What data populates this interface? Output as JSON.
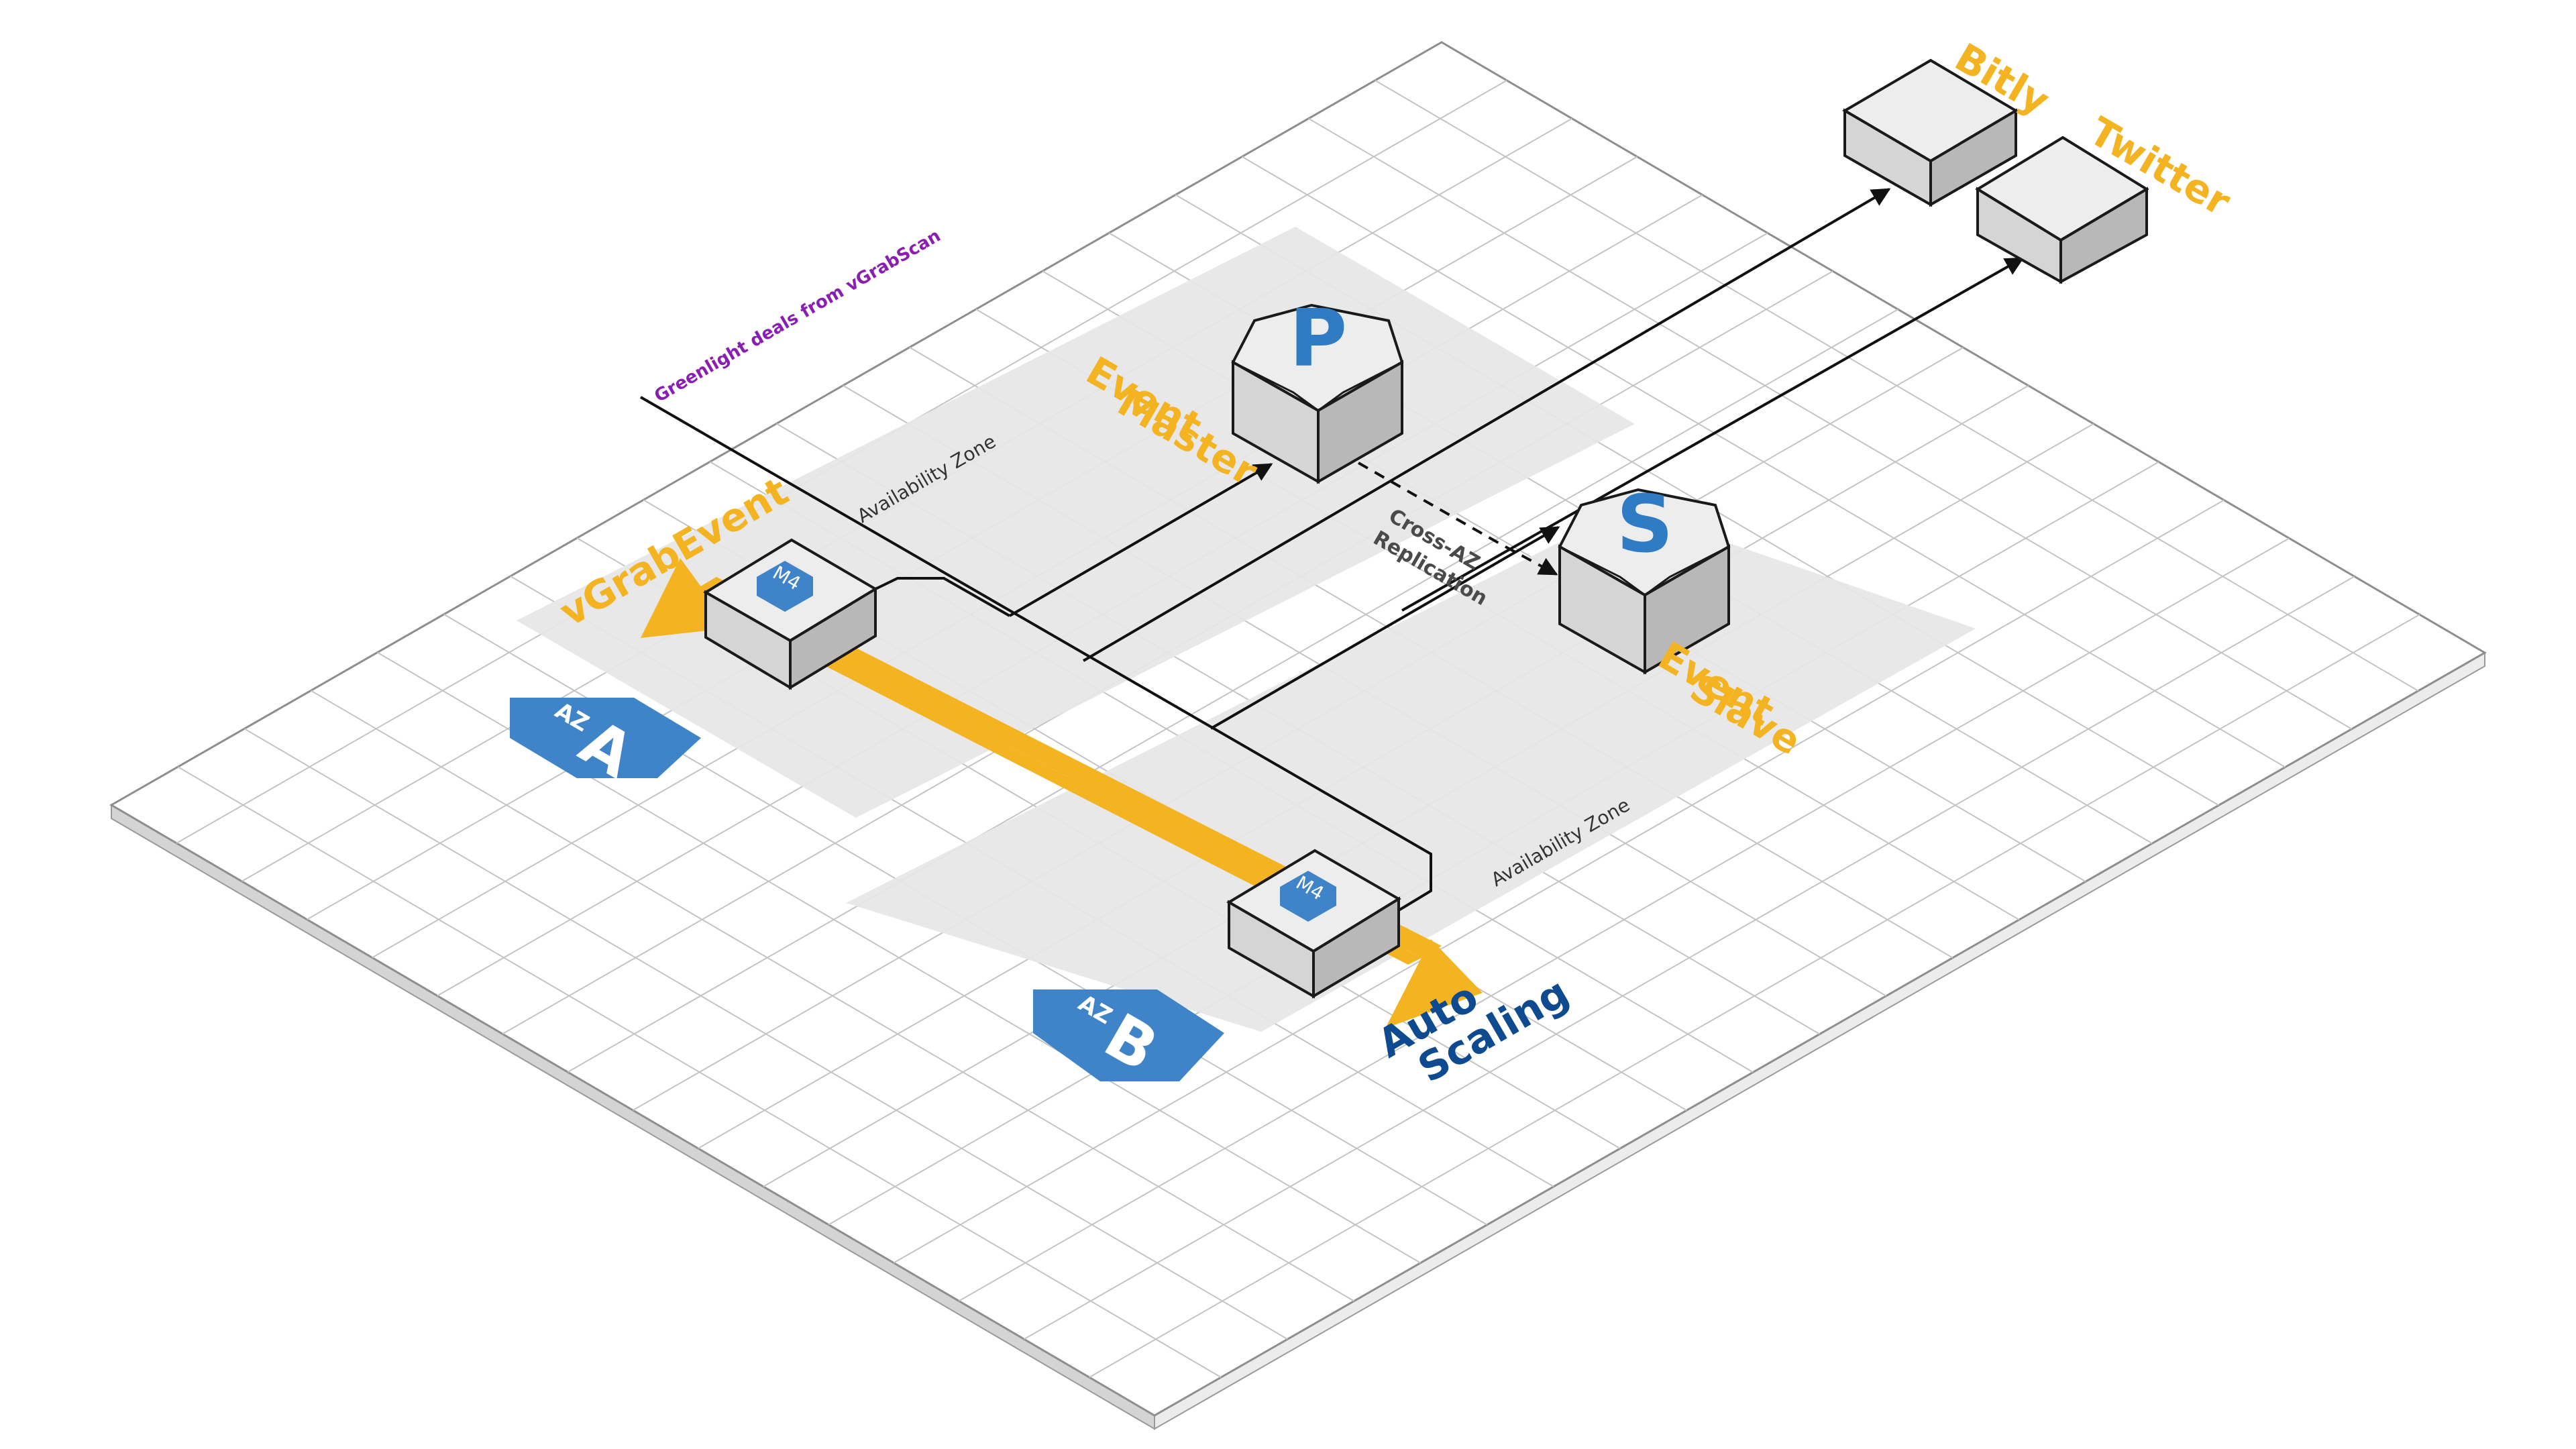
{
  "diagram": {
    "title_label": "vGrabEvent",
    "group_label": "Auto Scaling",
    "group_label_lines": [
      "Auto",
      "Scaling"
    ],
    "ingress_label": "Greenlight deals from vGrabScan",
    "zones": [
      {
        "name": "Availability Zone",
        "badge_prefix": "AZ",
        "badge_letter": "A"
      },
      {
        "name": "Availability Zone",
        "badge_prefix": "AZ",
        "badge_letter": "B"
      }
    ],
    "instances": [
      {
        "label": "M4",
        "zone": "A"
      },
      {
        "label": "M4",
        "zone": "B"
      }
    ],
    "databases": [
      {
        "letter": "P",
        "name_lines": [
          "Event",
          "Master"
        ]
      },
      {
        "letter": "S",
        "name_lines": [
          "Event",
          "Slave"
        ]
      }
    ],
    "replication_label_lines": [
      "Cross-AZ",
      "Replication"
    ],
    "externals": [
      {
        "name": "Bitly"
      },
      {
        "name": "Twitter"
      }
    ]
  },
  "colors": {
    "accent_orange": "#F4B321",
    "badge_blue": "#3F84C9",
    "label_navy": "#0D4A8F",
    "zone_gray": "#E6E6E6",
    "grid_line": "#C4C4C4",
    "box_face_top": "#EDEDED",
    "box_face_left": "#D5D5D5",
    "box_face_right": "#B8B8B8",
    "connector": "#111111",
    "annotation_purple": "#8A1DB2"
  }
}
